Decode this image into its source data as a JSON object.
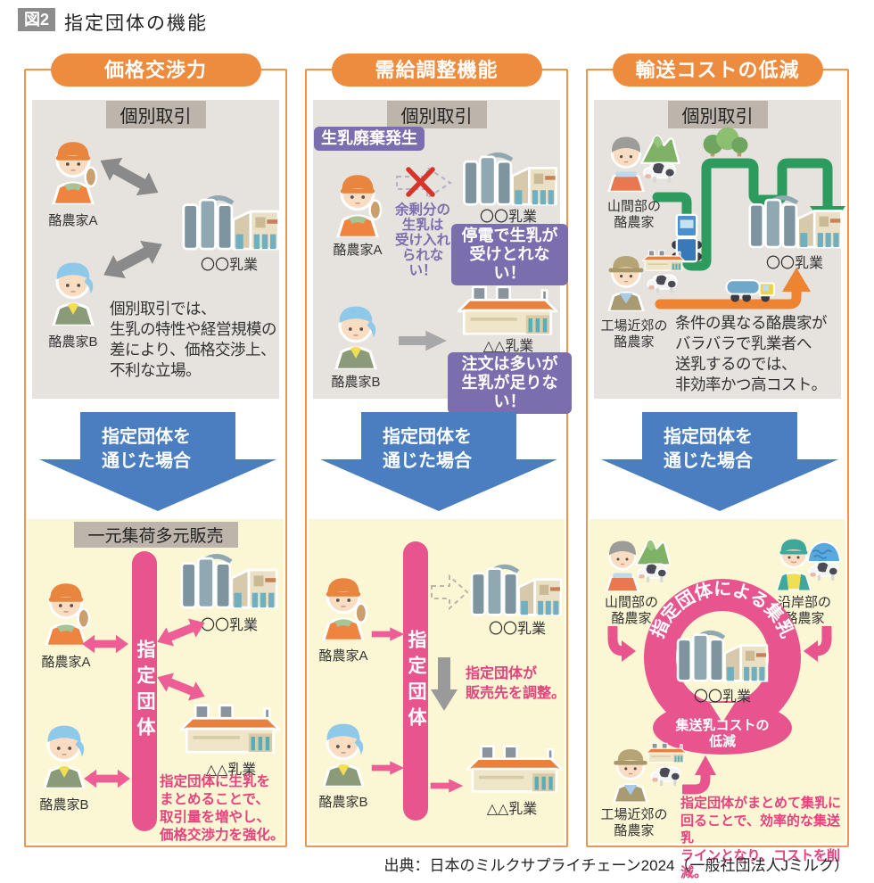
{
  "page": {
    "figure_label": "図2",
    "title": "指定団体の機能",
    "source": "出典：日本のミルクサプライチェーン2024（一般社団法人Jミルク）"
  },
  "colors": {
    "accent_orange": "#ED8B3F",
    "border_orange": "#F0954C",
    "blue_arrow": "#4A7EC0",
    "pink": "#E8548E",
    "pink_text": "#E8417E",
    "purple": "#7B6EAE",
    "yellow_bg": "#FBF6D3",
    "gray_bg": "#E6E2DE",
    "label_bg": "#BDB4AB",
    "green_route": "#2E9B5E",
    "orange_route": "#EE8432"
  },
  "shared": {
    "individual_deal": "個別取引",
    "via": "指定団体を\n通じた場合",
    "org_vertical": "指定団体",
    "farmer_a": "酪農家A",
    "farmer_b": "酪農家B",
    "dairy_oo": "〇〇乳業",
    "dairy_tri": "△△乳業"
  },
  "col1": {
    "header": "価格交渉力",
    "problem": "個別取引では、\n生乳の特性や経営規模の\n差により、価格交渉上、\n不利な立場。",
    "scheme_label": "一元集荷多元販売",
    "benefit": "指定団体に生乳を\nまとめることで、\n取引量を増やし、\n価格交渉力を強化。"
  },
  "col2": {
    "header": "需給調整機能",
    "waste_badge": "生乳廃棄発生",
    "reject_note": "余剰分の\n生乳は\n受け入れ\nられない！",
    "outage_badge": "停電で生乳が\n受けとれない！",
    "shortage_badge": "注文は多いが\n生乳が足りない！",
    "adjust_note": "指定団体が\n販売先を調整。"
  },
  "col3": {
    "header": "輸送コストの低減",
    "mountain_farmer": "山間部の\n酪農家",
    "suburb_farmer": "工場近郊の\n酪農家",
    "coast_farmer": "沿岸部の\n酪農家",
    "problem": "条件の異なる酪農家が\nバラバラで乳業者へ\n送乳するのでは、\n非効率かつ高コスト。",
    "ring_label": "指定団体による集乳",
    "ring_bottom": "集送乳コストの\n低減",
    "benefit": "指定団体がまとめて集乳に\n回ることで、効率的な集送乳\nラインとなり、コストを削減。"
  }
}
